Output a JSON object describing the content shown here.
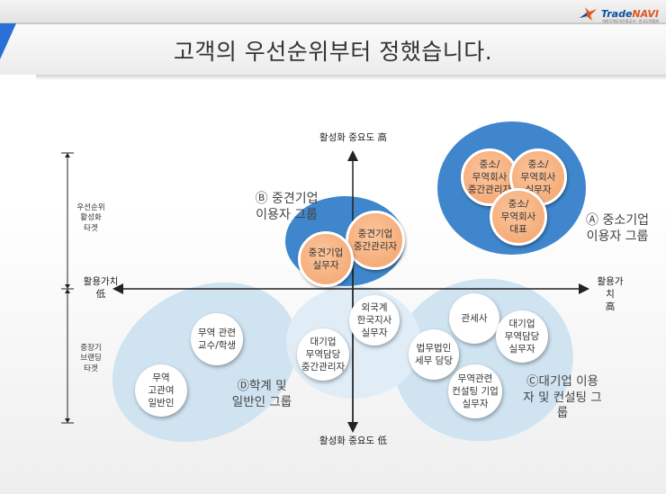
{
  "header": {
    "logo_brand": "Trade",
    "logo_brand_accent": "NAVI",
    "logo_subtitle": "대한무역투자진흥공사 · 한국무역협회"
  },
  "title": "고객의 우선순위부터 정했습니다.",
  "axes": {
    "top": "활성화 중요도 高",
    "bottom": "활성화 중요도 低",
    "left": "활용가치\n低",
    "right": "활용가\n치\n高"
  },
  "side_labels": {
    "upper": "우선순위\n활성화\n타겟",
    "lower": "중장기\n브랜딩\n타겟"
  },
  "groups": {
    "A": "Ⓐ 중소기업\n이용자 그룹",
    "B": "Ⓑ 중견기업\n이용자 그룹",
    "C": "Ⓒ대기업 이용\n자 및 컨설팅 그\n룹",
    "D": "Ⓓ학계 및\n일반인 그룹"
  },
  "nodes": {
    "sme_mid_manager": "중소/\n무역회사\n중간관리자",
    "sme_staff": "중소/\n무역회사\n실무자",
    "sme_ceo": "중소/\n무역회사\n대표",
    "mid_manager": "중견기업\n중간관리자",
    "mid_staff": "중견기업\n실무자",
    "foreign_branch": "외국계\n한국지사\n실무자",
    "large_mid_manager": "대기업\n무역담당\n중간관리자",
    "customs": "관세사",
    "large_staff": "대기업\n무역담당\n실무자",
    "law_firm": "법무법인\n세무 담당",
    "consulting": "무역관련\n컨설팅 기업\n실무자",
    "professor": "무역 관련\n교수/학생",
    "general_public": "무역\n고관여\n일반인"
  },
  "colors": {
    "blue_dark": "#3f86cc",
    "blue_light": "#cfe3f1",
    "orange": "#f5a66f"
  }
}
